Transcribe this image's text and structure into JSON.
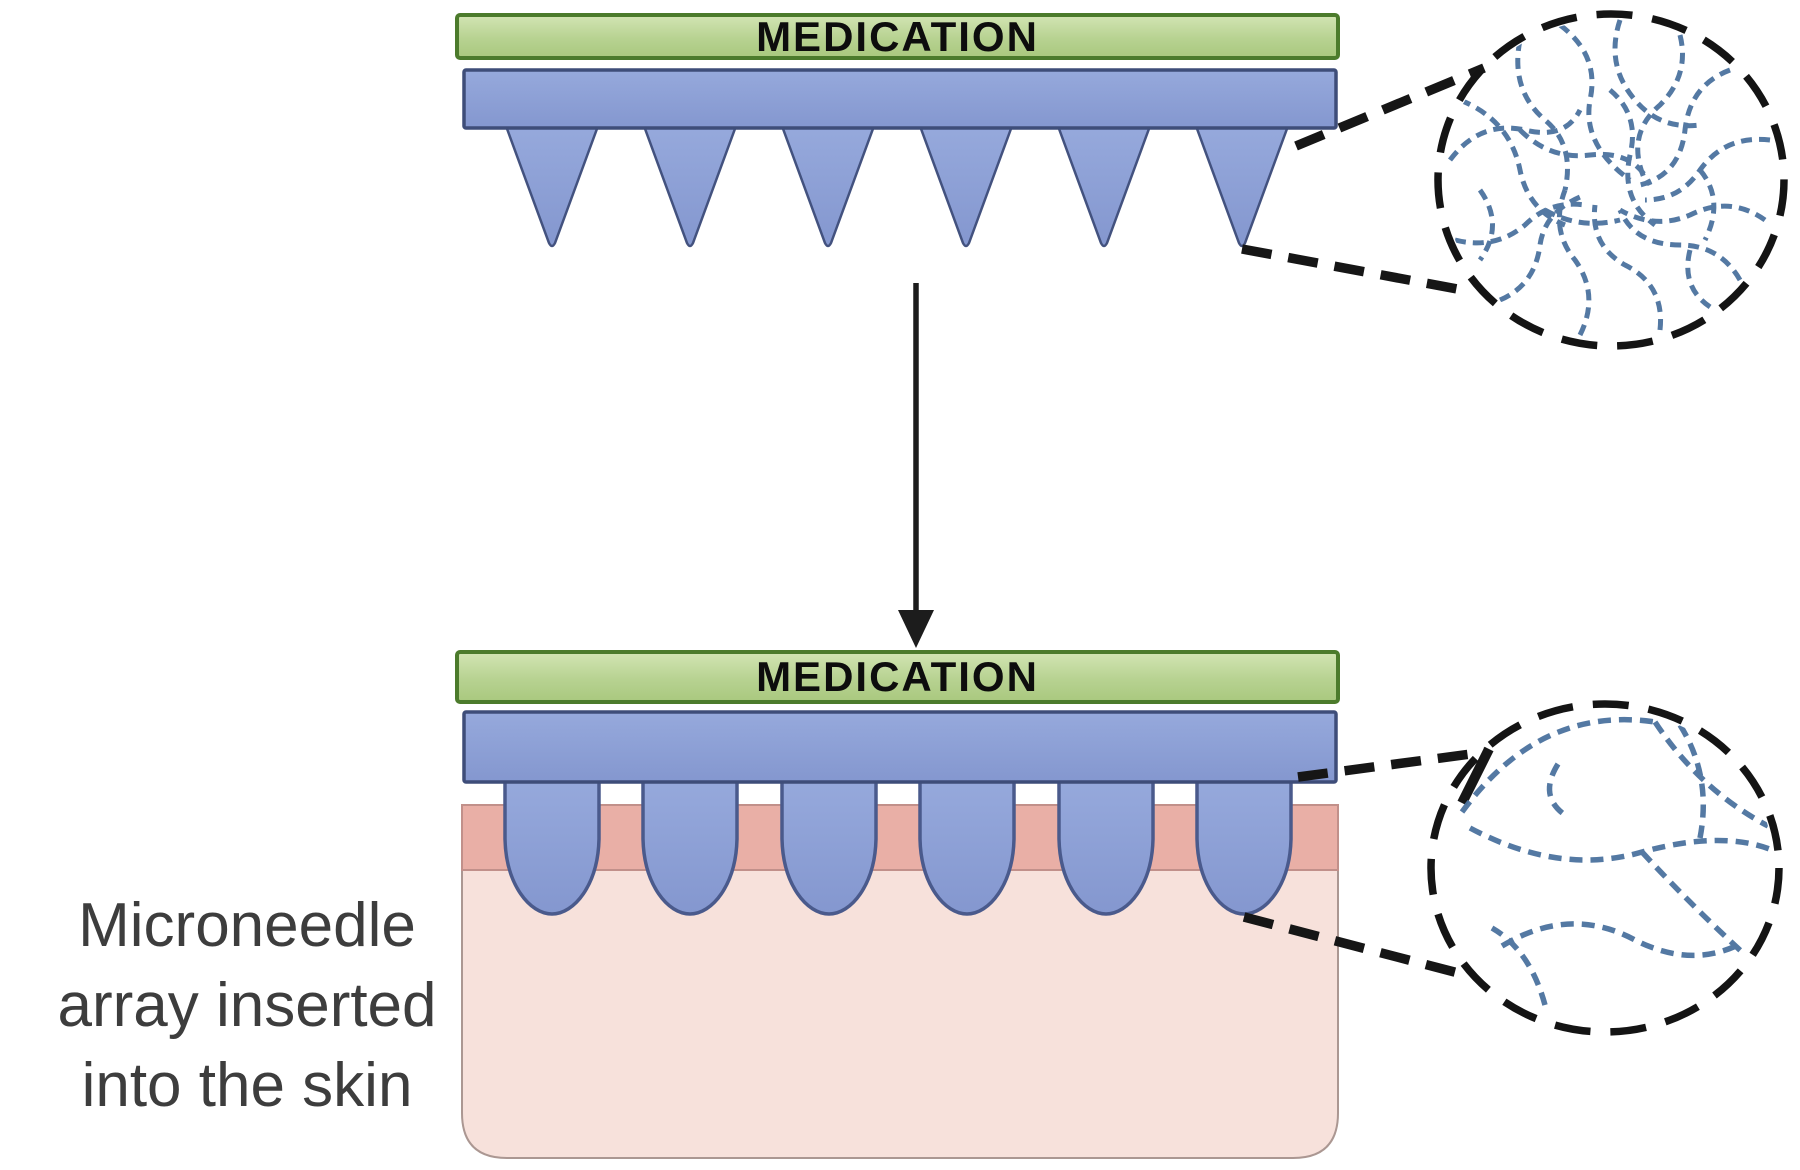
{
  "reservoir": {
    "top_label": "MEDICATION",
    "bottom_label": "MEDICATION"
  },
  "caption": {
    "lines": [
      "Microneedle",
      "array inserted",
      "into the skin"
    ]
  },
  "colors": {
    "reservoir_green_fill": "#bdd697",
    "reservoir_green_border": "#4c7b2c",
    "needle_blue_fill": "#8da1d7",
    "needle_blue_border": "#43527f",
    "epidermis_pink": "#e9afa6",
    "dermis_pink": "#f7e1db",
    "polymer_network_blue": "#4b729f",
    "outline_black": "#161616",
    "caption_text": "#3d3d3d"
  }
}
